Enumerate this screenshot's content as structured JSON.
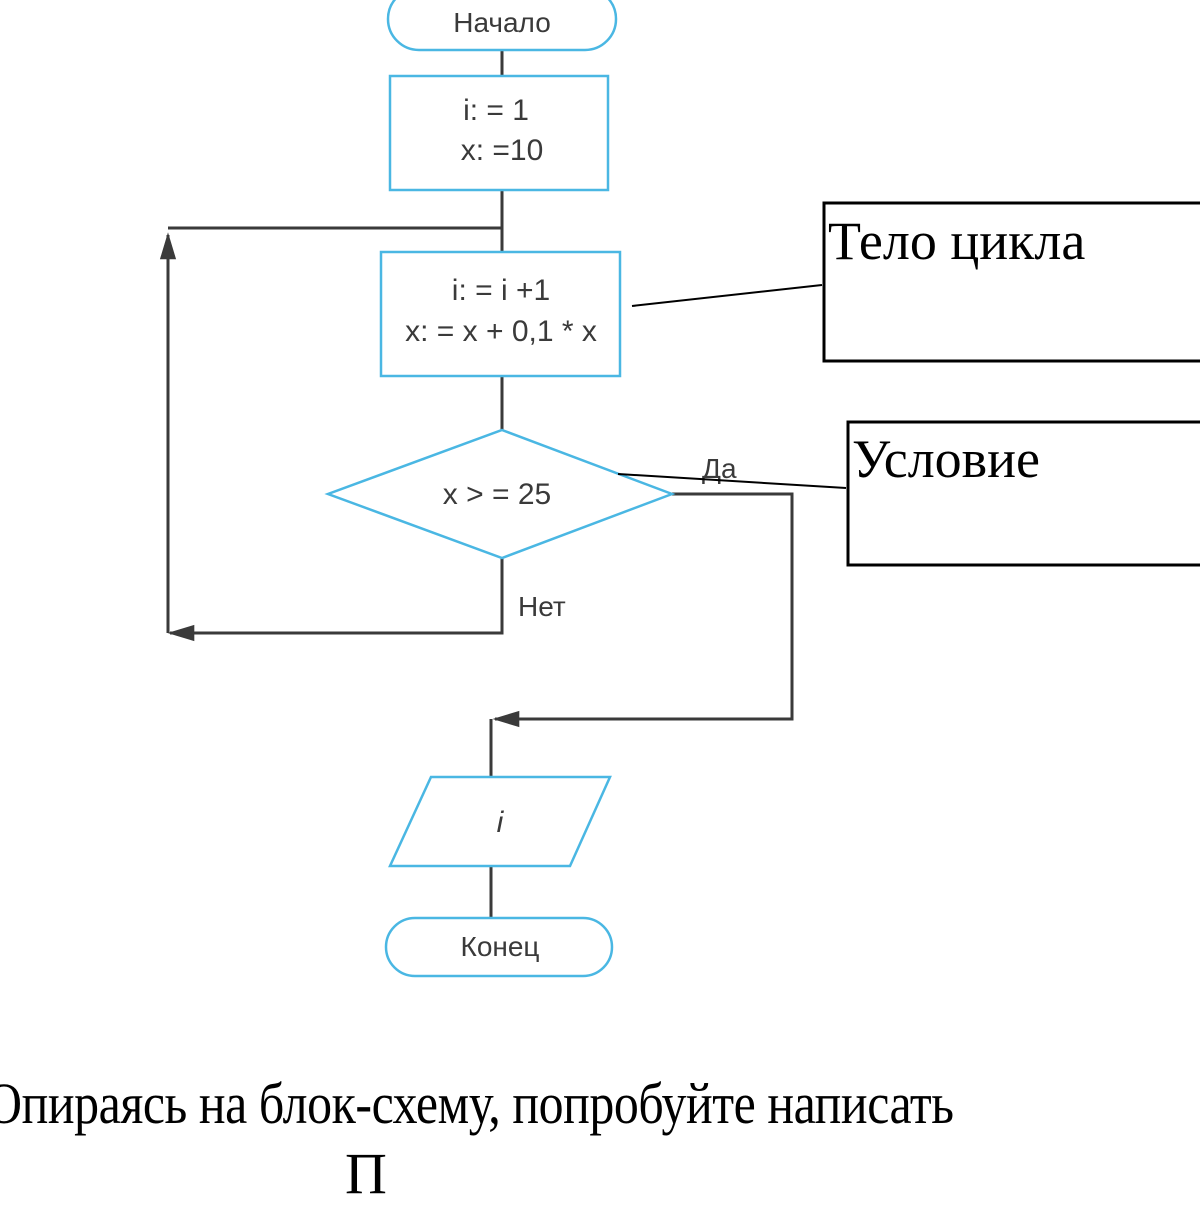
{
  "colors": {
    "shape_stroke": "#4ab7e3",
    "connector": "#3a3a3a",
    "note_border": "#000000"
  },
  "flowchart": {
    "start": {
      "label": "Начало",
      "shape": "terminator"
    },
    "init": {
      "lines": [
        "i: = 1",
        "x: =10"
      ],
      "shape": "process"
    },
    "body": {
      "lines": [
        "i: = i +1",
        "x: = x + 0,1 * x"
      ],
      "shape": "process"
    },
    "condition": {
      "label": "x > = 25",
      "shape": "decision",
      "yes_label": "Да",
      "no_label": "Нет"
    },
    "output": {
      "label": "i",
      "shape": "io"
    },
    "end": {
      "label": "Конец",
      "shape": "terminator"
    }
  },
  "annotations": [
    {
      "label": "Тело цикла",
      "points_to": "body"
    },
    {
      "label": "Условие",
      "points_to": "condition"
    }
  ],
  "caption": {
    "line1": "Опираясь на блок-схему, попробуйте написать",
    "line2": "П"
  }
}
